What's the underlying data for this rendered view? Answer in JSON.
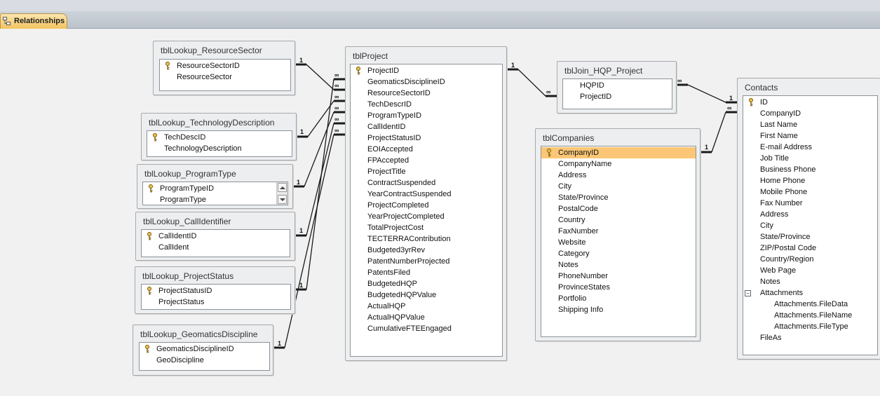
{
  "tab": {
    "label": "Relationships",
    "icon": "relationships-icon"
  },
  "tables": {
    "resource_sector": {
      "title": "tblLookup_ResourceSector",
      "fields": [
        "ResourceSectorID",
        "ResourceSector"
      ],
      "key_fields": [
        "ResourceSectorID"
      ]
    },
    "technology_description": {
      "title": "tblLookup_TechnologyDescription",
      "fields": [
        "TechDescID",
        "TechnologyDescription"
      ],
      "key_fields": [
        "TechDescID"
      ]
    },
    "program_type": {
      "title": "tblLookup_ProgramType",
      "fields": [
        "ProgramTypeID",
        "ProgramType"
      ],
      "key_fields": [
        "ProgramTypeID"
      ]
    },
    "call_identifier": {
      "title": "tblLookup_CallIdentifier",
      "fields": [
        "CallIdentID",
        "CallIdent"
      ],
      "key_fields": [
        "CallIdentID"
      ]
    },
    "project_status": {
      "title": "tblLookup_ProjectStatus",
      "fields": [
        "ProjectStatusID",
        "ProjectStatus"
      ],
      "key_fields": [
        "ProjectStatusID"
      ]
    },
    "geomatics_discipline": {
      "title": "tblLookup_GeomaticsDiscipline",
      "fields": [
        "GeomaticsDisciplineID",
        "GeoDiscipline"
      ],
      "key_fields": [
        "GeomaticsDisciplineID"
      ]
    },
    "project": {
      "title": "tblProject",
      "fields": [
        "ProjectID",
        "GeomaticsDisciplineID",
        "ResourceSectorID",
        "TechDescrID",
        "ProgramTypeID",
        "CallIdentID",
        "ProjectStatusID",
        "EOIAccepted",
        "FPAccepted",
        "ProjectTitle",
        "ContractSuspended",
        "YearContractSuspended",
        "ProjectCompleted",
        "YearProjectCompleted",
        "TotalProjectCost",
        "TECTERRAContribution",
        "Budgeted3yrRev",
        "PatentNumberProjected",
        "PatentsFiled",
        "BudgetedHQP",
        "BudgetedHQPValue",
        "ActualHQP",
        "ActualHQPValue",
        "CumulativeFTEEngaged"
      ],
      "key_fields": [
        "ProjectID"
      ]
    },
    "join_hqp_project": {
      "title": "tblJoin_HQP_Project",
      "fields": [
        "HQPID",
        "ProjectID"
      ],
      "key_fields": []
    },
    "companies": {
      "title": "tblCompanies",
      "fields": [
        "CompanyID",
        "CompanyName",
        "Address",
        "City",
        "State/Province",
        "PostalCode",
        "Country",
        "FaxNumber",
        "Website",
        "Category",
        "Notes",
        "PhoneNumber",
        "ProvinceStates",
        "Portfolio",
        "Shipping Info"
      ],
      "key_fields": [
        "CompanyID"
      ],
      "selected_field": "CompanyID"
    },
    "contacts": {
      "title": "Contacts",
      "fields": [
        "ID",
        "CompanyID",
        "Last Name",
        "First Name",
        "E-mail Address",
        "Job Title",
        "Business Phone",
        "Home Phone",
        "Mobile Phone",
        "Fax Number",
        "Address",
        "City",
        "State/Province",
        "ZIP/Postal Code",
        "Country/Region",
        "Web Page",
        "Notes",
        "Attachments",
        "Attachments.FileData",
        "Attachments.FileName",
        "Attachments.FileType",
        "FileAs"
      ],
      "key_fields": [
        "ID"
      ],
      "sub_fields": [
        "Attachments.FileData",
        "Attachments.FileName",
        "Attachments.FileType"
      ],
      "collapsible_field": "Attachments",
      "collapse_symbol": "−"
    }
  },
  "relationship_labels": {
    "one": "1",
    "many": "∞"
  },
  "relationships": [
    {
      "from": "tblLookup_ResourceSector.ResourceSectorID",
      "to": "tblProject.ResourceSectorID",
      "one_side": "tblLookup_ResourceSector",
      "many_side": "tblProject"
    },
    {
      "from": "tblLookup_TechnologyDescription.TechDescID",
      "to": "tblProject.TechDescrID",
      "one_side": "tblLookup_TechnologyDescription",
      "many_side": "tblProject"
    },
    {
      "from": "tblLookup_ProgramType.ProgramTypeID",
      "to": "tblProject.ProgramTypeID",
      "one_side": "tblLookup_ProgramType",
      "many_side": "tblProject"
    },
    {
      "from": "tblLookup_CallIdentifier.CallIdentID",
      "to": "tblProject.CallIdentID",
      "one_side": "tblLookup_CallIdentifier",
      "many_side": "tblProject"
    },
    {
      "from": "tblLookup_ProjectStatus.ProjectStatusID",
      "to": "tblProject.ProjectStatusID",
      "one_side": "tblLookup_ProjectStatus",
      "many_side": "tblProject"
    },
    {
      "from": "tblLookup_GeomaticsDiscipline.GeomaticsDisciplineID",
      "to": "tblProject.GeomaticsDisciplineID",
      "one_side": "tblLookup_GeomaticsDiscipline",
      "many_side": "tblProject"
    },
    {
      "from": "tblProject.ProjectID",
      "to": "tblJoin_HQP_Project.ProjectID",
      "one_side": "tblProject",
      "many_side": "tblJoin_HQP_Project"
    },
    {
      "from": "tblJoin_HQP_Project.HQPID",
      "to": "Contacts.ID",
      "one_side": "Contacts",
      "many_side": "tblJoin_HQP_Project"
    },
    {
      "from": "tblCompanies.CompanyID",
      "to": "Contacts.CompanyID",
      "one_side": "tblCompanies",
      "many_side": "Contacts"
    }
  ],
  "colors": {
    "selected_row": "#fbc776",
    "tab_active": "#f2c35f",
    "line": "#1a1a1a"
  }
}
